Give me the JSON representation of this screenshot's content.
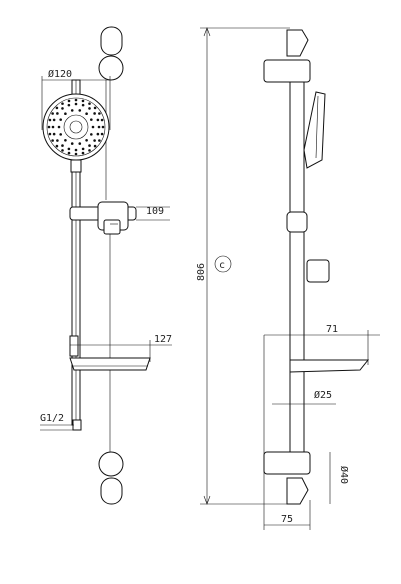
{
  "dimensions": {
    "head_diameter": "Ø120",
    "holder_width": "109",
    "rail_height": "806",
    "center_mark": "c",
    "dish_width": "127",
    "thread": "G1/2",
    "dish_projection": "71",
    "rail_diameter": "Ø25",
    "bracket_diameter": "Ø40",
    "wall_projection": "75"
  }
}
